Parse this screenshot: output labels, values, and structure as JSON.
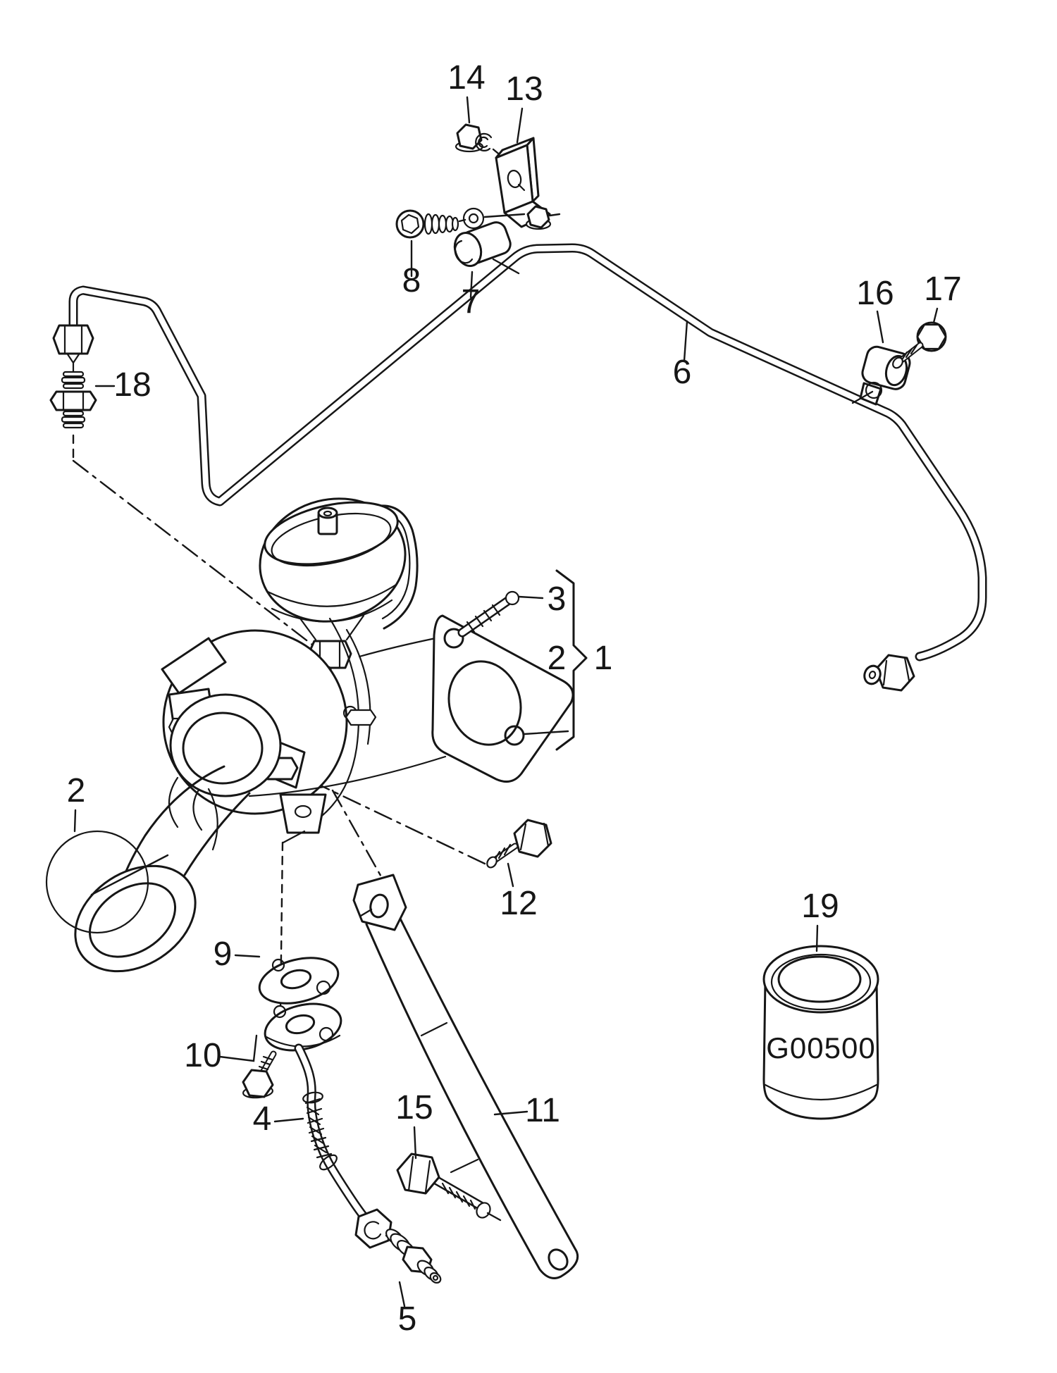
{
  "callouts": [
    {
      "label": "1"
    },
    {
      "label": "2"
    },
    {
      "label": "3"
    },
    {
      "label": "4"
    },
    {
      "label": "5"
    },
    {
      "label": "6"
    },
    {
      "label": "7"
    },
    {
      "label": "8"
    },
    {
      "label": "9"
    },
    {
      "label": "10"
    },
    {
      "label": "11"
    },
    {
      "label": "12"
    },
    {
      "label": "13"
    },
    {
      "label": "14"
    },
    {
      "label": "15"
    },
    {
      "label": "16"
    },
    {
      "label": "17"
    },
    {
      "label": "18"
    },
    {
      "label": "19"
    }
  ],
  "canister": {
    "code": "G00500"
  }
}
